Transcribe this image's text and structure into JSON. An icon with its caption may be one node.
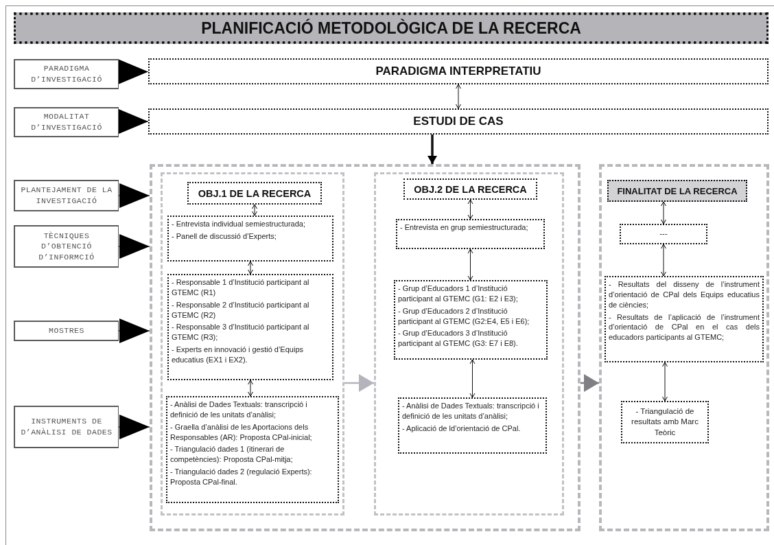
{
  "diagram": {
    "title": "PLANIFICACIÓ METODOLÒGICA DE LA RECERCA",
    "nodes": [
      {
        "text": [
          "PARADIGMA D’INVESTIGACIÓ"
        ]
      },
      {
        "text": [
          "PARADIGMA INTERPRETATIU"
        ]
      },
      {
        "text": [
          "MODALITAT D’INVESTIGACIÓ"
        ]
      },
      {
        "text": [
          "ESTUDI DE CAS"
        ]
      },
      {
        "text": [
          "PLANTEJAMENT DE LA INVESTIGACIÓ"
        ]
      },
      {
        "text": [
          "TÈCNIQUES D’OBTENCIÓ D’INFORMCIÓ"
        ]
      },
      {
        "text": [
          "MOSTRES"
        ]
      },
      {
        "text": [
          "INSTRUMENTS DE D’ANÀLISI DE DADES"
        ]
      },
      {
        "text": [],
        "shape": "box"
      },
      {
        "text": [],
        "shape": "box",
        "in": 8
      },
      {
        "text": [
          "OBJ.1 DE LA RECERCA"
        ],
        "in": 9
      },
      {
        "text": [
          "- Entrevista individual semiestructurada;",
          "- Panell de discussió d’Experts;"
        ],
        "in": 9
      },
      {
        "text": [
          "- Responsable 1 d’Institució participant al GTEMC (R1)",
          "- Responsable 2 d’Institució participant al GTEMC (R2)",
          "- Responsable 3 d’Institució participant al GTEMC (R3);",
          "- Experts en innovació i gestió d’Equips educatius (EX1 i EX2)."
        ],
        "in": 9
      },
      {
        "text": [
          "- Anàlisi de Dades Textuals: transcripció i definició de les unitats d’anàlisi;",
          "- Graella d’anàlisi de les Aportacions dels Responsables (AR): Proposta CPal-inicial;",
          "- Triangulació dades 1 (itinerari de competències): Proposta CPal-mitja;",
          "- Triangulació dades 2 (regulació Experts): Proposta CPal-final."
        ],
        "in": 9
      },
      {
        "text": [],
        "shape": "box",
        "in": 8
      },
      {
        "text": [
          "OBJ.2 DE LA RECERCA"
        ],
        "in": 14
      },
      {
        "text": [
          "- Entrevista en grup semiestructurada;"
        ],
        "in": 14
      },
      {
        "text": [
          "- Grup d’Educadors 1 d’Institució participant al GTEMC (G1: E2 i E3);",
          "- Grup d’Educadors 2 d’Institució participant al GTEMC (G2:E4, E5 i E6);",
          "- Grup d’Educadors 3 d’Institució participant al GTEMC (G3: E7 i E8)."
        ],
        "in": 14
      },
      {
        "text": [
          "- Anàlisi de Dades Textuals: transcripció i definició de les unitats d’anàlisi;",
          "- Aplicació de ld’orientació de CPal."
        ],
        "in": 14
      },
      {
        "text": [],
        "shape": "box"
      },
      {
        "text": [
          "FINALITAT DE LA RECERCA"
        ],
        "in": 19
      },
      {
        "text": [
          "---"
        ],
        "in": 19
      },
      {
        "text": [
          "- Resultats del disseny de l’instrument d’orientació de CPal dels Equips educatius de ciències;",
          "- Resultats de l’aplicació de l’instrument d’orientació de CPal en el cas dels educadors participants al GTEMC;"
        ],
        "in": 19
      },
      {
        "text": [
          "- Triangulació de resultats amb Marc Teòric"
        ],
        "in": 19
      }
    ],
    "edges": [
      {
        "from": 0,
        "to": 1,
        "arrow": "to"
      },
      {
        "from": 2,
        "to": 3,
        "arrow": "to"
      },
      {
        "from": 4,
        "to": 8,
        "arrow": "to"
      },
      {
        "from": 5,
        "to": 8,
        "arrow": "to"
      },
      {
        "from": 6,
        "to": 8,
        "arrow": "to"
      },
      {
        "from": 7,
        "to": 8,
        "arrow": "to"
      },
      {
        "from": 1,
        "to": 3,
        "arrow": "both"
      },
      {
        "from": 3,
        "to": 8,
        "arrow": "to",
        "style": "thick"
      },
      {
        "from": 10,
        "to": 11,
        "arrow": "both"
      },
      {
        "from": 11,
        "to": 12,
        "arrow": "both"
      },
      {
        "from": 12,
        "to": 13,
        "arrow": "both"
      },
      {
        "from": 9,
        "to": 14,
        "arrow": "to",
        "color": "#b4b4bc"
      },
      {
        "from": 15,
        "to": 16,
        "arrow": "both"
      },
      {
        "from": 16,
        "to": 17,
        "arrow": "both"
      },
      {
        "from": 17,
        "to": 18,
        "arrow": "both"
      },
      {
        "from": 8,
        "to": 19,
        "arrow": "to",
        "color": "#7f7f84"
      },
      {
        "from": 20,
        "to": 21,
        "arrow": "both"
      },
      {
        "from": 21,
        "to": 22,
        "arrow": "both"
      },
      {
        "from": 22,
        "to": 23,
        "arrow": "both"
      }
    ]
  }
}
